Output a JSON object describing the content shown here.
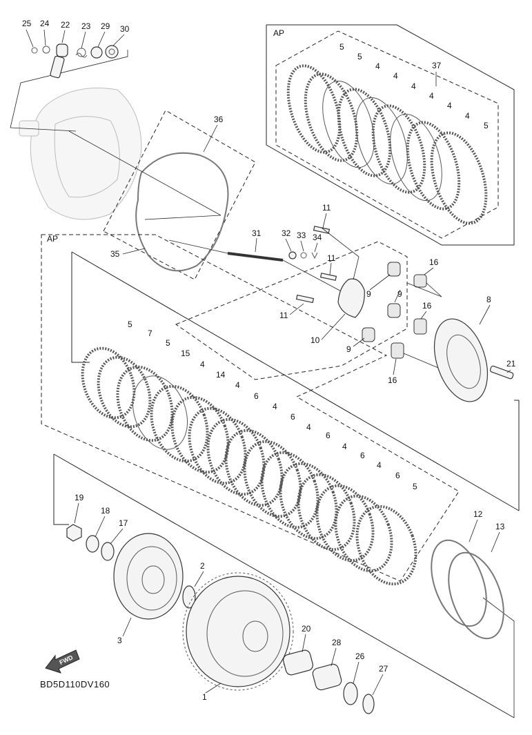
{
  "diagram": {
    "group_label_upper": "AP",
    "group_label_lower": "AP",
    "fwd_text": "FWD",
    "diagram_code": "BD5D110DV160",
    "callouts": [
      {
        "id": "c25",
        "text": "25"
      },
      {
        "id": "c24",
        "text": "24"
      },
      {
        "id": "c22",
        "text": "22"
      },
      {
        "id": "c23",
        "text": "23"
      },
      {
        "id": "c29",
        "text": "29"
      },
      {
        "id": "c30",
        "text": "30"
      },
      {
        "id": "c36",
        "text": "36"
      },
      {
        "id": "c35",
        "text": "35"
      },
      {
        "id": "c31",
        "text": "31"
      },
      {
        "id": "c32",
        "text": "32"
      },
      {
        "id": "c33",
        "text": "33"
      },
      {
        "id": "c34",
        "text": "34"
      },
      {
        "id": "c11a",
        "text": "11"
      },
      {
        "id": "c11b",
        "text": "11"
      },
      {
        "id": "c11c",
        "text": "11"
      },
      {
        "id": "c9a",
        "text": "9"
      },
      {
        "id": "c9b",
        "text": "9"
      },
      {
        "id": "c9c",
        "text": "9"
      },
      {
        "id": "c10",
        "text": "10"
      },
      {
        "id": "c16a",
        "text": "16"
      },
      {
        "id": "c16b",
        "text": "16"
      },
      {
        "id": "c16c",
        "text": "16"
      },
      {
        "id": "c8",
        "text": "8"
      },
      {
        "id": "c21",
        "text": "21"
      },
      {
        "id": "c37",
        "text": "37"
      },
      {
        "id": "u5a",
        "text": "5"
      },
      {
        "id": "u5b",
        "text": "5"
      },
      {
        "id": "u4a",
        "text": "4"
      },
      {
        "id": "u4b",
        "text": "4"
      },
      {
        "id": "u4c",
        "text": "4"
      },
      {
        "id": "u4d",
        "text": "4"
      },
      {
        "id": "u4e",
        "text": "4"
      },
      {
        "id": "u4f",
        "text": "4"
      },
      {
        "id": "u5c",
        "text": "5"
      },
      {
        "id": "l5a",
        "text": "5"
      },
      {
        "id": "l7",
        "text": "7"
      },
      {
        "id": "l5b",
        "text": "5"
      },
      {
        "id": "l15",
        "text": "15"
      },
      {
        "id": "l4a",
        "text": "4"
      },
      {
        "id": "l14",
        "text": "14"
      },
      {
        "id": "l4b",
        "text": "4"
      },
      {
        "id": "l6a",
        "text": "6"
      },
      {
        "id": "l4c",
        "text": "4"
      },
      {
        "id": "l6b",
        "text": "6"
      },
      {
        "id": "l4d",
        "text": "4"
      },
      {
        "id": "l6c",
        "text": "6"
      },
      {
        "id": "l4e",
        "text": "4"
      },
      {
        "id": "l6d",
        "text": "6"
      },
      {
        "id": "l4f",
        "text": "4"
      },
      {
        "id": "l6e",
        "text": "6"
      },
      {
        "id": "l5c",
        "text": "5"
      },
      {
        "id": "c19",
        "text": "19"
      },
      {
        "id": "c18",
        "text": "18"
      },
      {
        "id": "c17",
        "text": "17"
      },
      {
        "id": "c2",
        "text": "2"
      },
      {
        "id": "c3",
        "text": "3"
      },
      {
        "id": "c1",
        "text": "1"
      },
      {
        "id": "c20",
        "text": "20"
      },
      {
        "id": "c28",
        "text": "28"
      },
      {
        "id": "c26",
        "text": "26"
      },
      {
        "id": "c27",
        "text": "27"
      },
      {
        "id": "c12",
        "text": "12"
      },
      {
        "id": "c13",
        "text": "13"
      }
    ]
  }
}
